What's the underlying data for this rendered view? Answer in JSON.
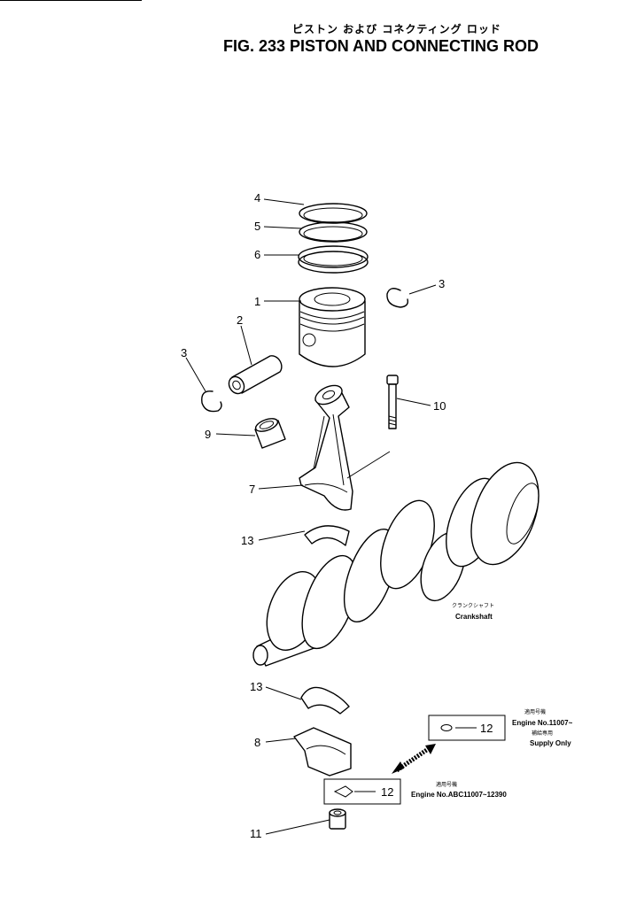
{
  "header": {
    "title_jp": "ピストン および コネクティング ロッド",
    "title_en": "FIG. 233  PISTON AND CONNECTING ROD"
  },
  "callouts": {
    "c4": "4",
    "c5": "5",
    "c6": "6",
    "c1": "1",
    "c3a": "3",
    "c2": "2",
    "c3b": "3",
    "c10": "10",
    "c9": "9",
    "c7": "7",
    "c13a": "13",
    "c13b": "13",
    "c8": "8",
    "c11": "11",
    "c12a": "12",
    "c12b": "12"
  },
  "crankshaft": {
    "label_jp": "クランクシャフト",
    "label_en": "Crankshaft"
  },
  "notes": {
    "upper": {
      "line1_jp": "適用号機",
      "line2": "Engine No.11007~",
      "line3_jp": "補給専用",
      "line4": "Supply Only"
    },
    "lower": {
      "line1_jp": "適用号機",
      "line2": "Engine No.ABC11007~12390"
    }
  }
}
